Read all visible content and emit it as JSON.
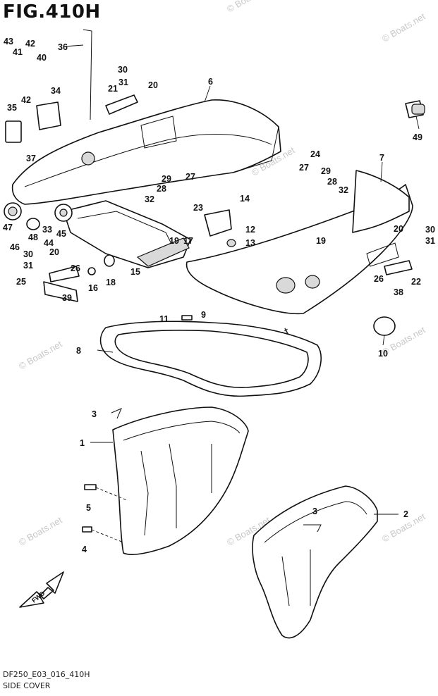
{
  "title": "FIG.410H",
  "footer": {
    "code": "DF250_E03_016_410H",
    "name": "SIDE COVER"
  },
  "watermark": "© Boats.net",
  "fwd_label": "FWD",
  "part_labels": [
    "1",
    "2",
    "3",
    "3",
    "4",
    "5",
    "6",
    "7",
    "8",
    "9",
    "10",
    "11",
    "12",
    "13",
    "14",
    "15",
    "16",
    "17",
    "18",
    "19",
    "19",
    "20",
    "20",
    "20",
    "21",
    "22",
    "23",
    "24",
    "25",
    "26",
    "26",
    "27",
    "27",
    "28",
    "28",
    "29",
    "29",
    "30",
    "30",
    "30",
    "31",
    "31",
    "31",
    "32",
    "32",
    "33",
    "34",
    "35",
    "36",
    "37",
    "38",
    "39",
    "40",
    "41",
    "42",
    "42",
    "43",
    "44",
    "45",
    "46",
    "47",
    "48",
    "49"
  ],
  "colors": {
    "line": "#111111",
    "fill": "#ffffff",
    "shade": "#d9d9d9",
    "watermark": "#c8c8c8"
  }
}
